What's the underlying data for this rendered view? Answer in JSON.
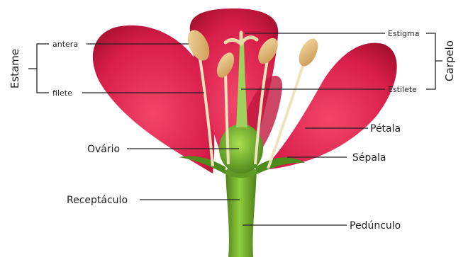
{
  "labels": {
    "antera": "antera",
    "filete": "filete",
    "estame": "Estame",
    "estigma": "Estigma",
    "estilete": "Estilete",
    "carpelo": "Carpelo",
    "petala": "Pétala",
    "ovario": "Ovário",
    "sepala": "Sépala",
    "receptaculo": "Receptáculo",
    "pedunculo": "Pedúnculo"
  },
  "colors": {
    "petal": "#d81e4a",
    "petal_dark": "#a8102f",
    "stem": "#6aa12c",
    "stem_light": "#8fcf3c",
    "stamen": "#e8d9a8",
    "anther": "#e2b97a"
  }
}
